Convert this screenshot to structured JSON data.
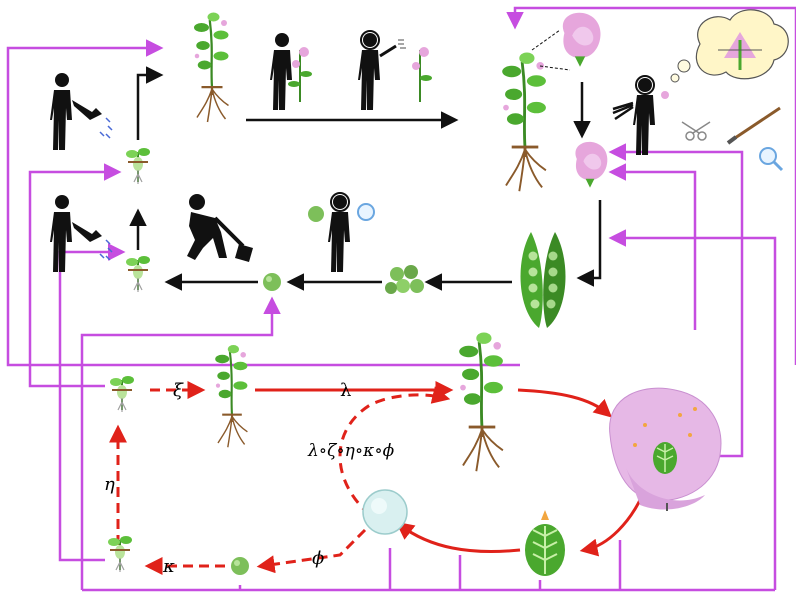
{
  "labels": {
    "xi": "ξ",
    "lambda": "λ",
    "composite": "λ∘ζ∘η∘κ∘ϕ",
    "eta": "η",
    "kappa": "κ",
    "phi": "ϕ"
  },
  "colors": {
    "magenta": "#c64de0",
    "red": "#e0221a",
    "black": "#111111",
    "leaf": "#4aa82e",
    "flower": "#e6a6dc",
    "root": "#8a5a2b",
    "seed": "#7dbf5a"
  },
  "icons": [
    "person-watering-icon",
    "person-digging-icon",
    "person-observing-icon",
    "person-pruning-icon",
    "person-spraying-icon",
    "person-thinking-icon",
    "scissors-icon",
    "brush-icon",
    "magnifier-icon",
    "seed-icon",
    "pea-pod-icon",
    "pea-plant-icon",
    "flower-icon",
    "seedling-icon",
    "embryo-icon"
  ]
}
